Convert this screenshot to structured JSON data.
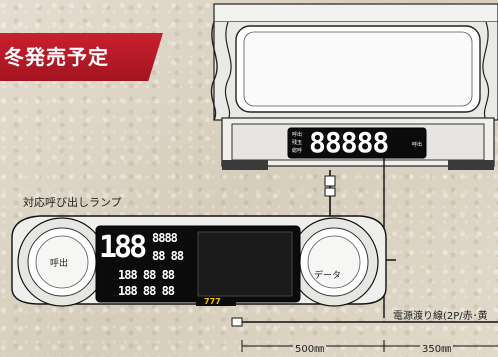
{
  "banner": {
    "text": "冬発売予定"
  },
  "captions": {
    "lamp": "対応呼び出しランプ",
    "cable": "電源渡り線(2P/赤･黄"
  },
  "dimensions": {
    "left": "500㎜",
    "right": "350㎜"
  },
  "top_display": {
    "label_lines": [
      "呼出",
      "残玉",
      "総呼"
    ],
    "digits": "88888",
    "suffix": "呼出"
  },
  "lamp": {
    "left_button": "呼出",
    "right_button": "データ",
    "big_digits": "188",
    "row1": "8888",
    "row2": "88 88",
    "row3": "188 88 88",
    "row4": "188 88 88",
    "badge": "777"
  }
}
